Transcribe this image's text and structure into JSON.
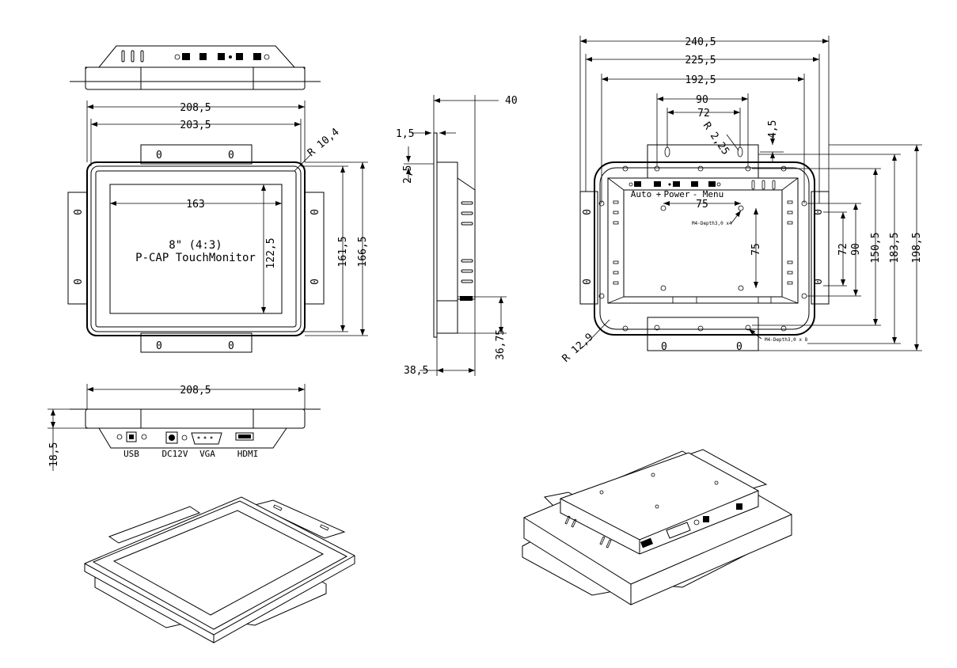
{
  "front": {
    "width_outer": "208,5",
    "width_inner": "203,5",
    "radius": "R 10,4",
    "screen_width": "163",
    "screen_height": "122,5",
    "height_inner": "161,5",
    "height_outer": "166,5",
    "title_line1": "8\" (4:3)",
    "title_line2": "P-CAP TouchMonitor"
  },
  "side": {
    "depth": "40",
    "bezel_thickness": "1,5",
    "bezel_offset": "2,5",
    "bottom_depth": "38,5",
    "connector_height": "36,75"
  },
  "bottom": {
    "width": "208,5",
    "height": "18,5",
    "ports": [
      "USB",
      "DC12V",
      "VGA",
      "HDMI"
    ]
  },
  "back": {
    "dims_horizontal": [
      "240,5",
      "225,5",
      "192,5",
      "90",
      "72",
      "75"
    ],
    "dims_vertical": [
      "198,5",
      "183,5",
      "150,5",
      "90",
      "72",
      "75"
    ],
    "hole_spacing_top": "4,5",
    "radius_hole": "R 2,25",
    "radius_corner": "R 12,9",
    "buttons": [
      "Auto",
      "+",
      "Power",
      "-",
      "Menu"
    ],
    "vesa_note": "M4-Depth3,0 x4",
    "mount_note": "M4-Depth3,0 x 8"
  }
}
